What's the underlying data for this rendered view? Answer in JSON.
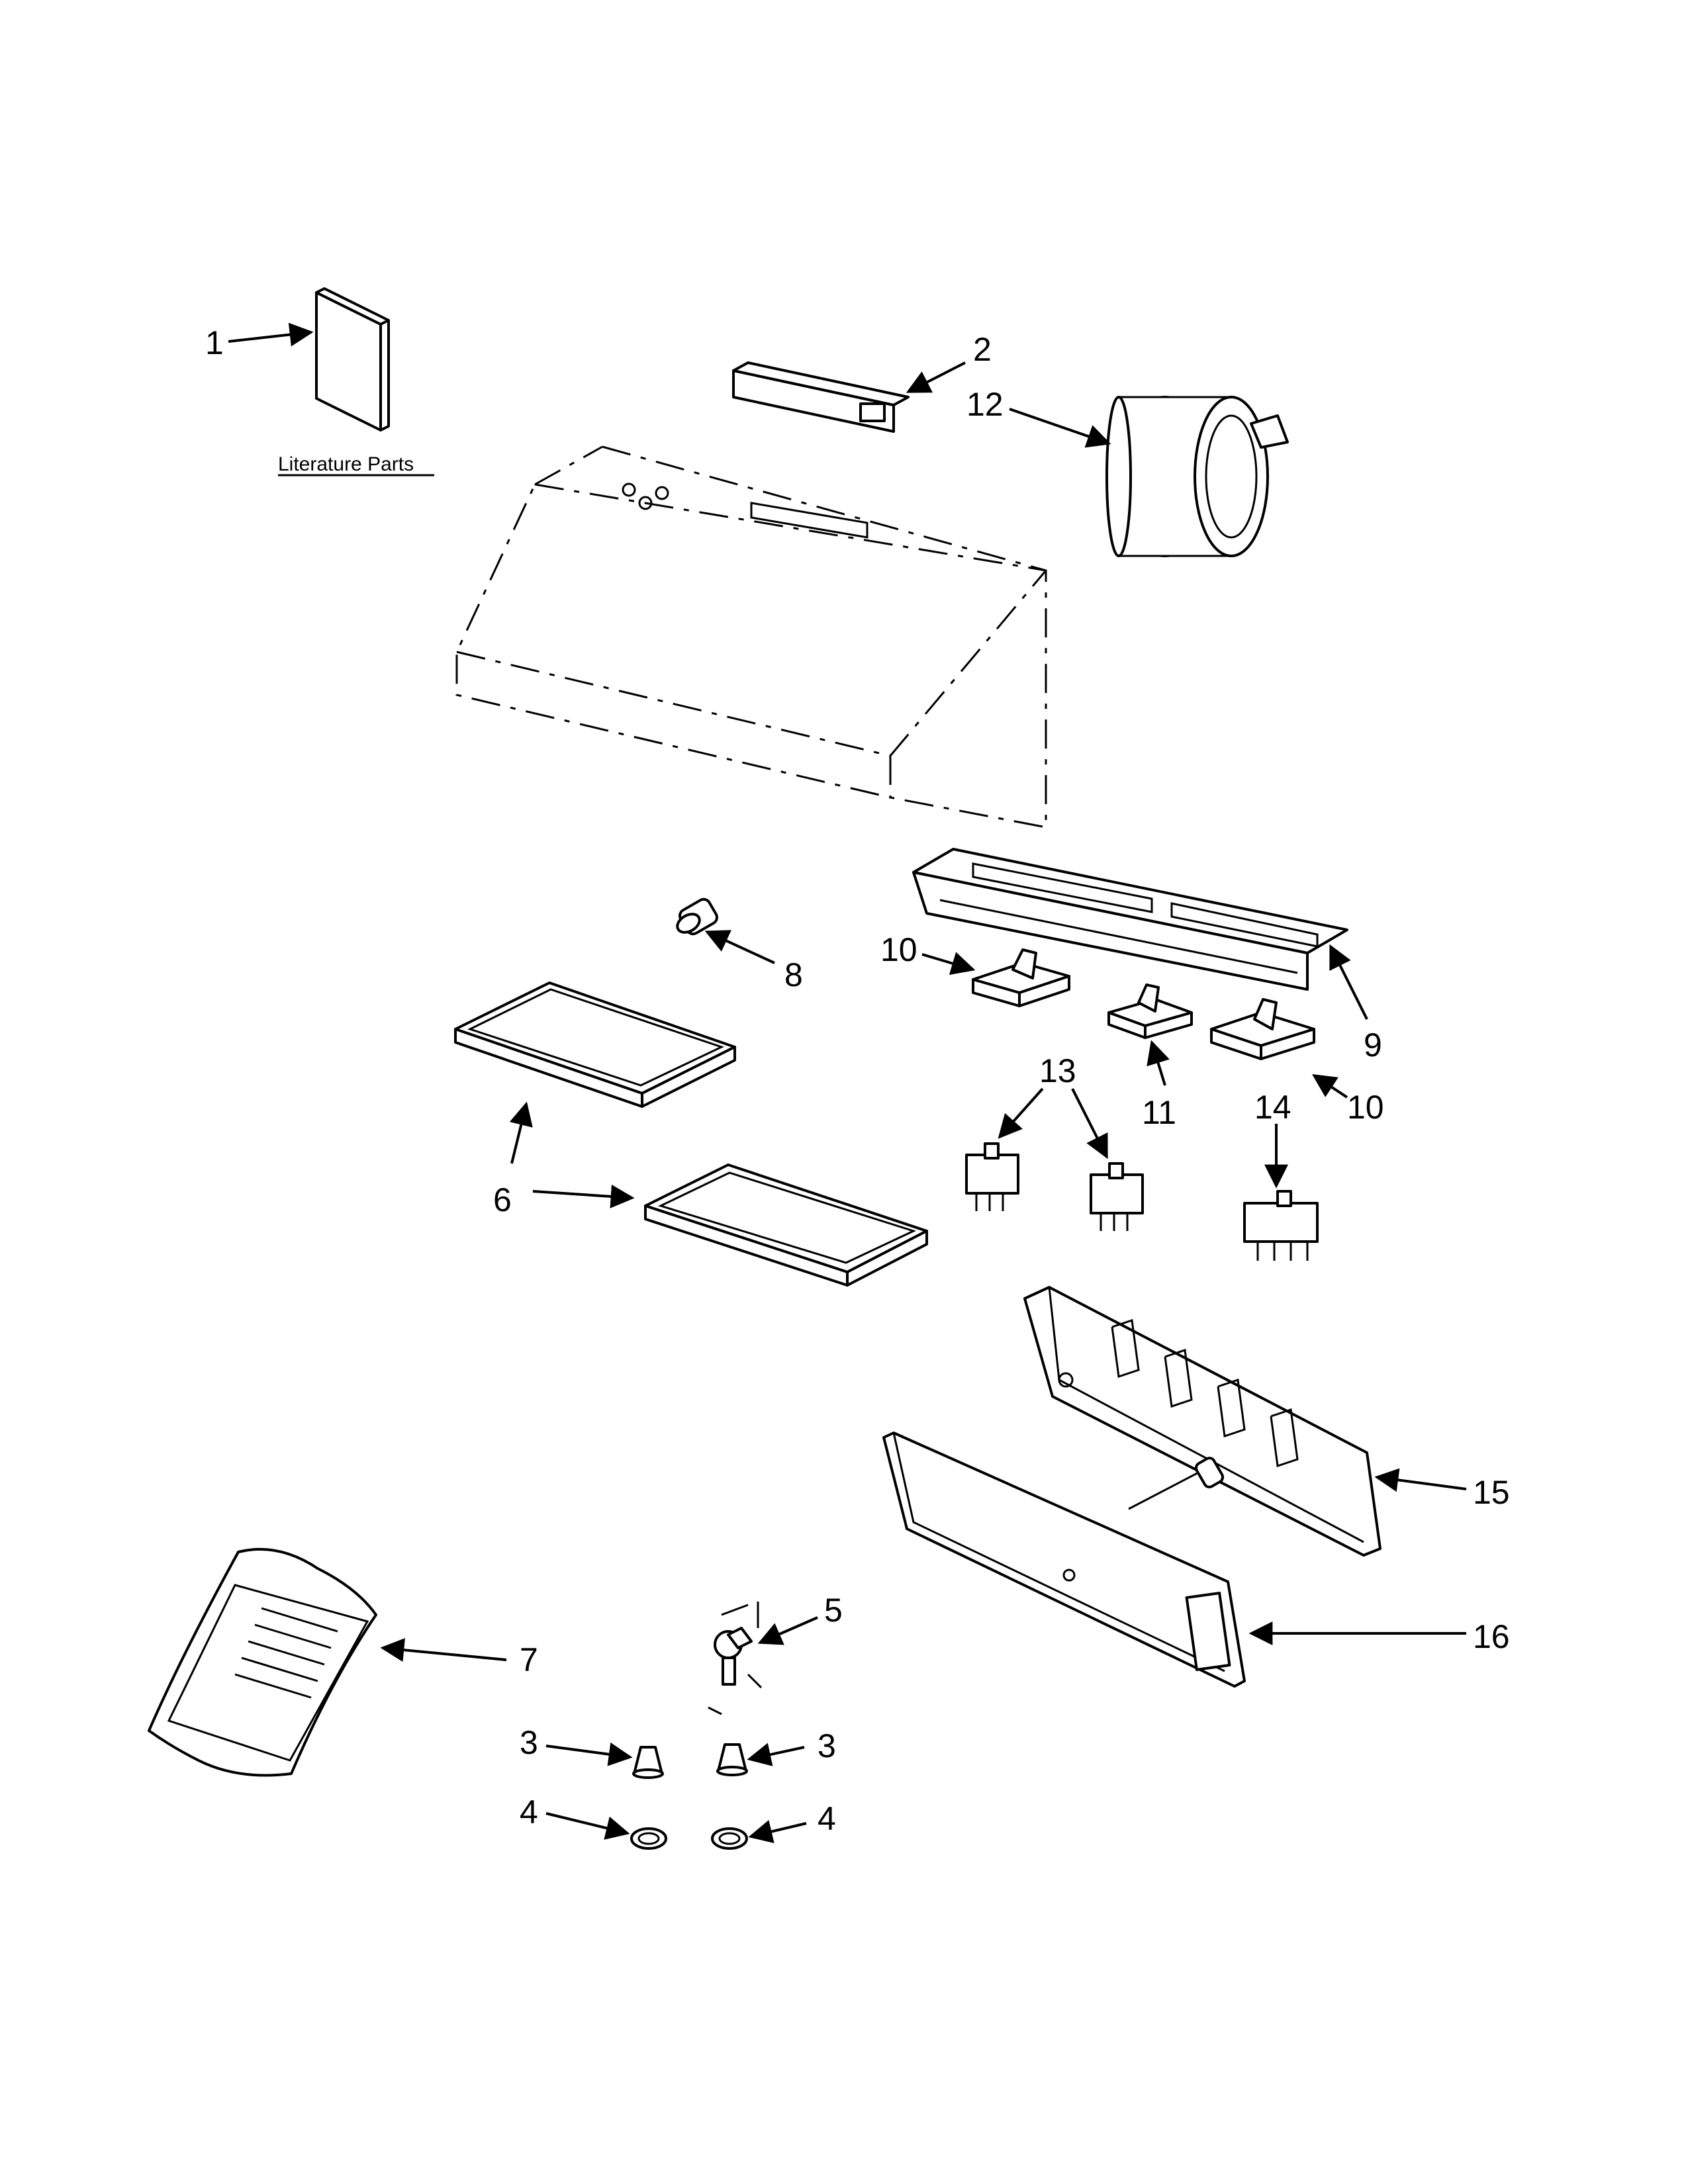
{
  "diagram": {
    "literature_label": "Literature Parts",
    "callouts": [
      {
        "id": "c1",
        "text": "1"
      },
      {
        "id": "c2",
        "text": "2"
      },
      {
        "id": "c12",
        "text": "12"
      },
      {
        "id": "c8",
        "text": "8"
      },
      {
        "id": "c10a",
        "text": "10"
      },
      {
        "id": "c9",
        "text": "9"
      },
      {
        "id": "c11",
        "text": "11"
      },
      {
        "id": "c10b",
        "text": "10"
      },
      {
        "id": "c13",
        "text": "13"
      },
      {
        "id": "c14",
        "text": "14"
      },
      {
        "id": "c6",
        "text": "6"
      },
      {
        "id": "c15",
        "text": "15"
      },
      {
        "id": "c16",
        "text": "16"
      },
      {
        "id": "c5",
        "text": "5"
      },
      {
        "id": "c7",
        "text": "7"
      },
      {
        "id": "c3a",
        "text": "3"
      },
      {
        "id": "c3b",
        "text": "3"
      },
      {
        "id": "c4a",
        "text": "4"
      },
      {
        "id": "c4b",
        "text": "4"
      }
    ]
  }
}
